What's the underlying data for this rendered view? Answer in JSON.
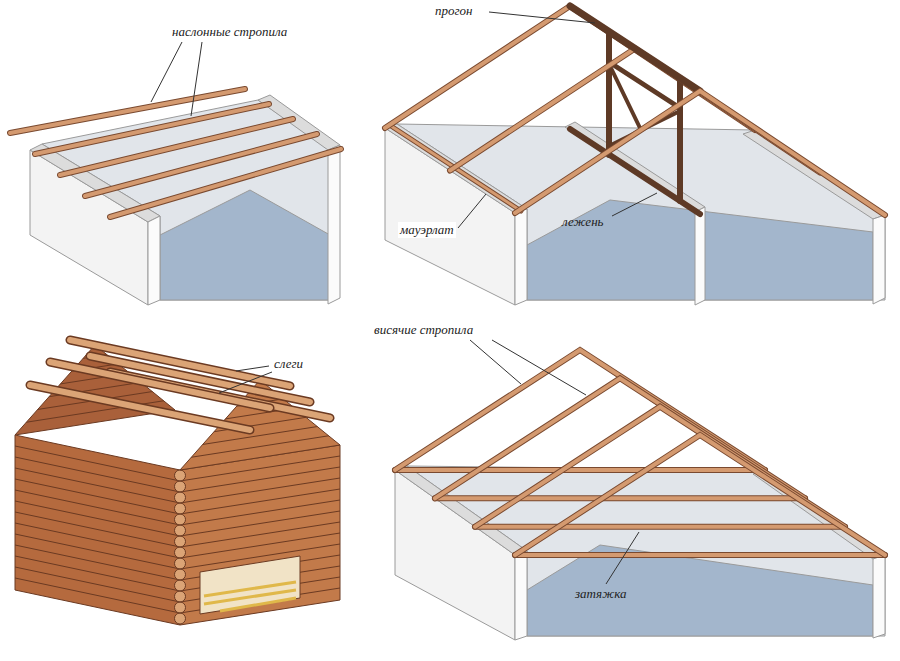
{
  "diagram": {
    "labels": [
      "наслонные стропила",
      "прогон",
      "мауэрлат",
      "лежень",
      "слеги",
      "висячие стропила",
      "затяжка"
    ]
  }
}
